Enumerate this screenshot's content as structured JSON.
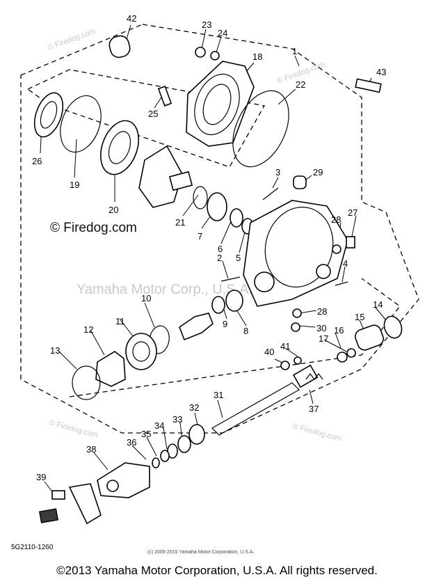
{
  "watermarks": {
    "firedog_center": "© Firedog.com",
    "yamaha_center": "Yamaha Motor Corp., U.S.A.",
    "firedog_top_left": "© Firedog.com",
    "firedog_top_right": "© Firedog.com",
    "firedog_bottom_left": "© Firedog.com",
    "firedog_bottom_right": "© Firedog.com"
  },
  "callouts": {
    "c1": "1",
    "c2": "2",
    "c3": "3",
    "c4": "4",
    "c5": "5",
    "c6": "6",
    "c7": "7",
    "c8": "8",
    "c9": "9",
    "c10": "10",
    "c11": "11",
    "c12": "12",
    "c13": "13",
    "c14": "14",
    "c15": "15",
    "c16": "16",
    "c17": "17",
    "c18": "18",
    "c19": "19",
    "c20": "20",
    "c21": "21",
    "c22": "22",
    "c23": "23",
    "c24": "24",
    "c25": "25",
    "c26": "26",
    "c27": "27",
    "c28a": "28",
    "c28b": "28",
    "c29": "29",
    "c30": "30",
    "c31": "31",
    "c32": "32",
    "c33": "33",
    "c34": "34",
    "c35": "35",
    "c36": "36",
    "c37": "37",
    "c38": "38",
    "c39": "39",
    "c40": "40",
    "c41": "41",
    "c42": "42",
    "c43": "43"
  },
  "code_label": "5G2110-1260",
  "mini_copyright": "(c) 2005-2015 Yamaha Motor Corporation, U.S.A.",
  "footer": "©2013 Yamaha Motor Corporation, U.S.A. All rights reserved."
}
